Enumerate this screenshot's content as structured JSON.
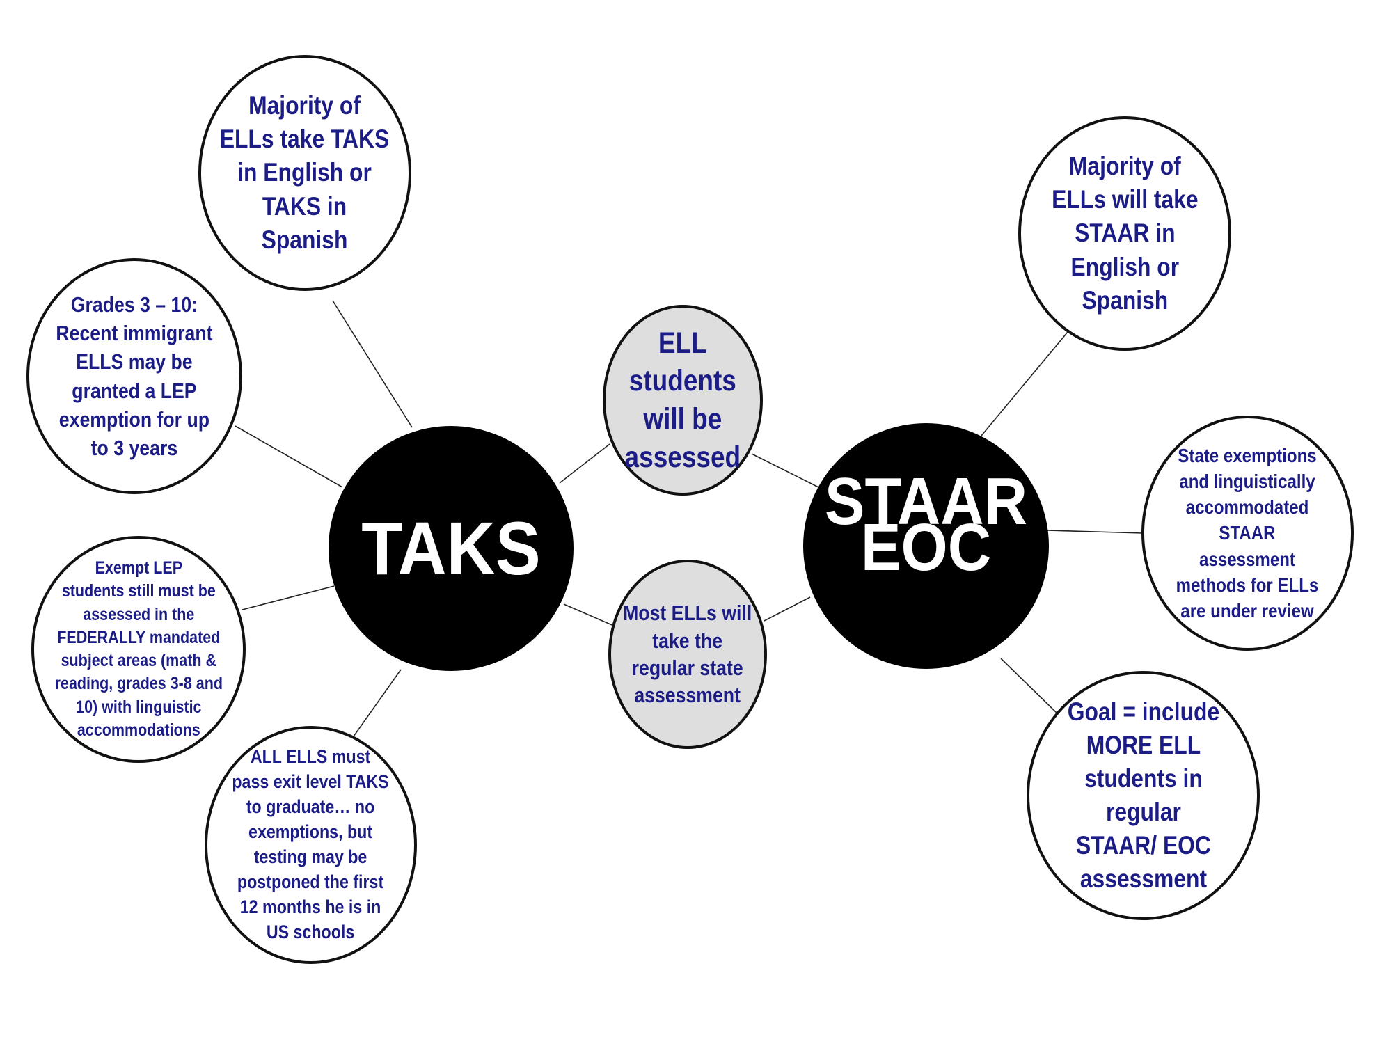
{
  "hubs": {
    "taks": "TAKS",
    "staar_line1": "STAAR",
    "staar_line2": "EOC"
  },
  "center": {
    "ell_assessed": "ELL\nstudents\nwill be\nassessed",
    "most_regular": "Most ELLs will\ntake the\nregular state\nassessment"
  },
  "taks_side": {
    "majority": "Majority of\nELLs take TAKS\nin English or\nTAKS in\nSpanish",
    "grades": "Grades 3 – 10:\nRecent immigrant\nELLS may be\ngranted a LEP\nexemption for up\nto 3 years",
    "exempt": "Exempt LEP\nstudents still must be\nassessed in the\nFEDERALLY mandated\nsubject areas (math &\nreading, grades 3-8 and\n10) with linguistic\naccommodations",
    "all_ells": "ALL ELLS must\npass exit level TAKS\nto graduate… no\nexemptions, but\ntesting may be\npostponed the first\n12 months he is in\nUS schools"
  },
  "staar_side": {
    "majority": "Majority of\nELLs will take\nSTAAR in\nEnglish or\nSpanish",
    "state": "State exemptions\nand linguistically\naccommodated\nSTAAR\nassessment\nmethods for ELLs\nare under review",
    "goal": "Goal = include\nMORE ELL\nstudents in\nregular\nSTAAR/ EOC\nassessment"
  }
}
